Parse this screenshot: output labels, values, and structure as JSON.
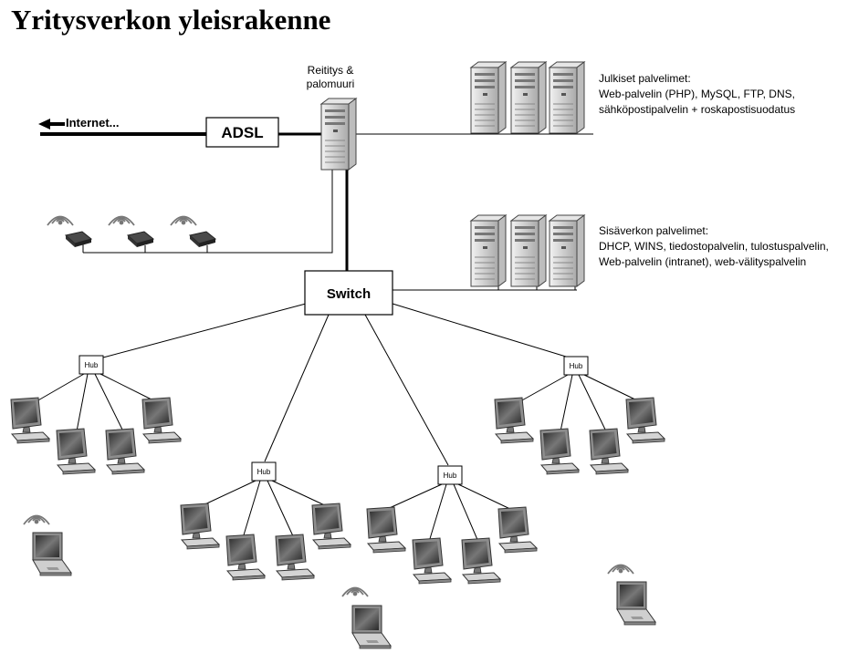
{
  "title": "Yritysverkon yleisrakenne",
  "internet_label": "Internet...",
  "adsl_label": "ADSL",
  "firewall_label": [
    "Reititys &",
    "palomuuri"
  ],
  "switch_label": "Switch",
  "hub_label": "Hub",
  "public_servers": {
    "lines": [
      "Julkiset palvelimet:",
      "Web-palvelin (PHP), MySQL, FTP, DNS,",
      "sähköpostipalvelin + roskapostisuodatus"
    ]
  },
  "internal_servers": {
    "lines": [
      "Sisäverkon palvelimet:",
      "DHCP, WINS, tiedostopalvelin, tulostuspalvelin,",
      "Web-palvelin (intranet), web-välityspalvelin"
    ]
  }
}
